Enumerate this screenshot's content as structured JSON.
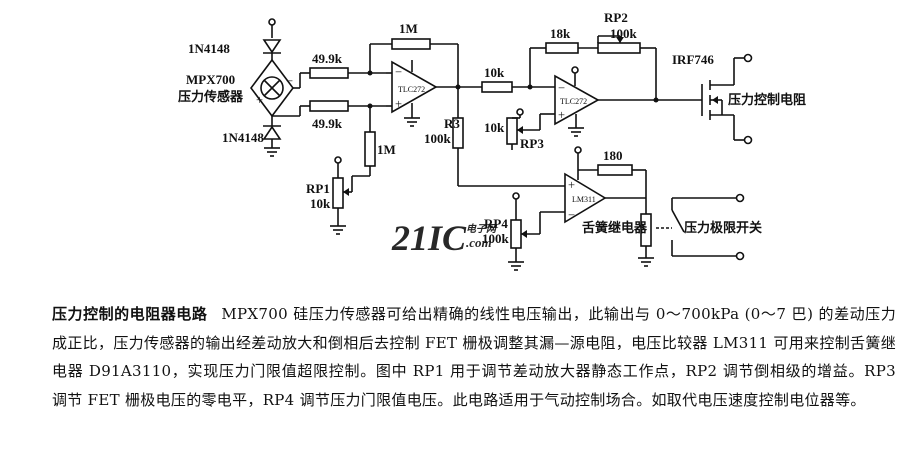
{
  "diagram": {
    "labels": {
      "d1": "1N4148",
      "d2": "1N4148",
      "sensor_model": "MPX700",
      "sensor_name": "压力传感器",
      "r_49a": "49.9k",
      "r_49b": "49.9k",
      "r_1m_fb": "1M",
      "r_1m_bias": "1M",
      "amp1": "TLC272",
      "amp2": "TLC272",
      "r_18k": "18k",
      "rp2_name": "RP2",
      "rp2_val": "100k",
      "fet": "IRF746",
      "load": "压力控制电阻",
      "r_10k_in": "10k",
      "r_10k_rp3": "10k",
      "rp3_name": "RP3",
      "r3_name": "R3",
      "r3_val": "100k",
      "rp1_name": "RP1",
      "rp1_val": "10k",
      "r_180": "180",
      "comparator": "LM311",
      "rp4_name": "RP4",
      "rp4_val": "100k",
      "relay": "舌簧继电器",
      "switch": "压力极限开关",
      "plus": "+",
      "minus": "−"
    },
    "watermark": {
      "main": "21IC",
      "sub": "电子网",
      "domain": ".com"
    }
  },
  "caption": {
    "title": "压力控制的电阻器电路",
    "body": "MPX700 硅压力传感器可给出精确的线性电压输出，此输出与 0～700kPa (0～7 巴) 的差动压力成正比，压力传感器的输出经差动放大和倒相后去控制 FET 栅极调整其漏—源电阻，电压比较器 LM311 可用来控制舌簧继电器 D91A3110，实现压力门限值超限控制。图中 RP1 用于调节差动放大器静态工作点，RP2 调节倒相级的增益。RP3 调节 FET 栅极电压的零电平，RP4 调节压力门限值电压。此电路适用于气动控制场合。如取代电压速度控制电位器等。"
  }
}
